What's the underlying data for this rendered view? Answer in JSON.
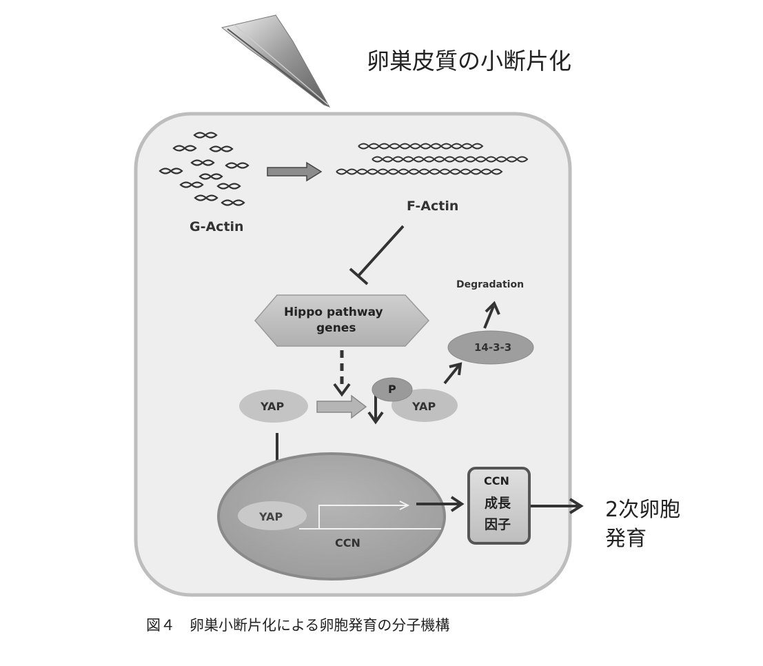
{
  "title": "卵巣皮質の小断片化",
  "labels": {
    "g_actin": "G-Actin",
    "f_actin": "F-Actin",
    "hippo_line1": "Hippo pathway",
    "hippo_line2": "genes",
    "degradation": "Degradation",
    "protein_1433": "14-3-3",
    "p": "P",
    "yap_cyto": "YAP",
    "yap_phospho": "YAP",
    "yap_nucleus": "YAP",
    "ccn_gene": "CCN",
    "ccn_factor_line1": "CCN",
    "ccn_factor_line2": "成長",
    "ccn_factor_line3": "因子",
    "outcome_line1": "2次卵胞",
    "outcome_line2": "発育"
  },
  "caption": "図４　卵巣小断片化による卵胞発育の分子機構",
  "colors": {
    "cell_fill": "#eeeeee",
    "cell_border": "#bdbdbd",
    "nucleus_fill": "#a8a8a8",
    "nucleus_border": "#8a8a8a",
    "oval_fill": "#c7c7c7",
    "arrow": "#333333",
    "dark_oval": "#9a9a9a"
  }
}
